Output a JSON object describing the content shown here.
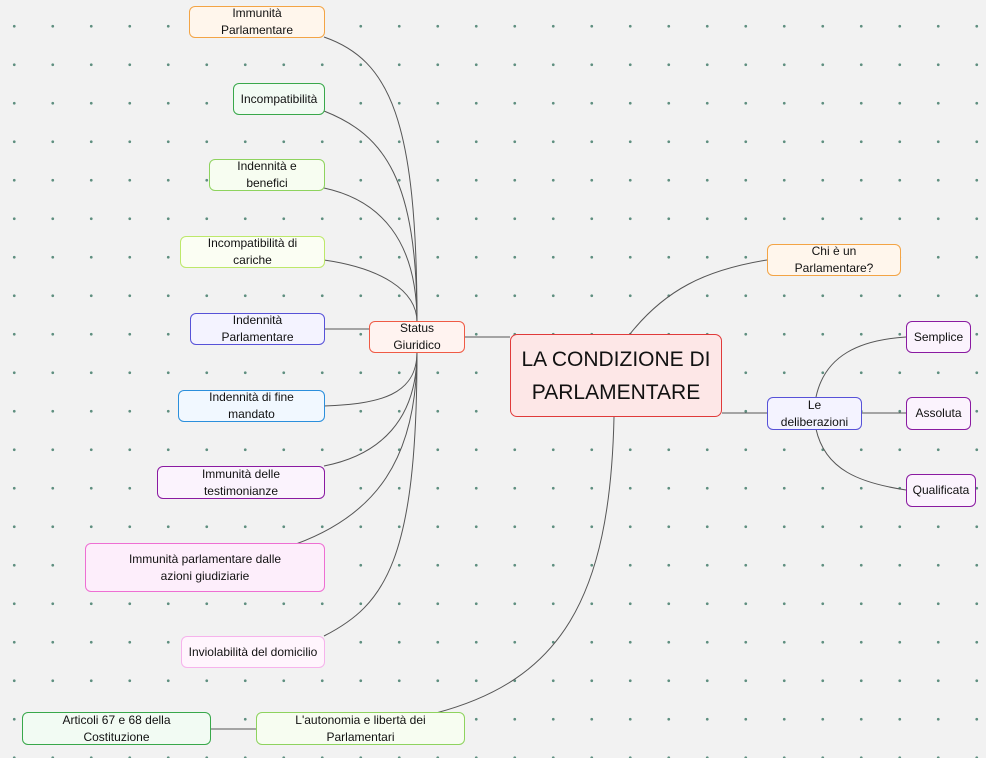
{
  "root": {
    "label": "LA CONDIZIONE DI PARLAMENTARE"
  },
  "status": {
    "label": "Status Giuridico",
    "children": [
      "Immunità Parlamentare",
      "Incompatibilità",
      "Indennità e benefici",
      "Incompatibilità di cariche",
      "Indennità Parlamentare",
      "Indennità di fine mandato",
      "Immunità delle testimonianze",
      "Immunità parlamentare dalle azioni giudiziarie",
      "Inviolabilità del domicilio"
    ]
  },
  "chi": {
    "label": "Chi è un Parlamentare?"
  },
  "delib": {
    "label": "Le deliberazioni",
    "children": [
      "Semplice",
      "Assoluta",
      "Qualificata"
    ]
  },
  "autonomia": {
    "label": "L'autonomia e libertà dei Parlamentari",
    "child": "Articoli 67 e 68 della Costituzione"
  },
  "colors": {
    "root": "#e03a3a",
    "orange": "#f3a445",
    "green": "#38a84a",
    "indigo": "#5752d8",
    "blue": "#2b8fdc",
    "purple": "#8a1aa1",
    "pink": "#ee6fd3"
  }
}
